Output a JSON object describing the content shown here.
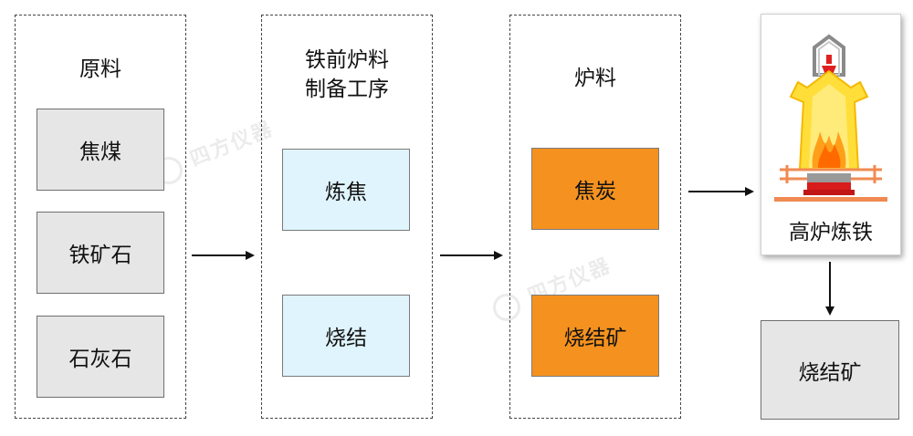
{
  "columns": {
    "raw": {
      "title": "原料",
      "items": [
        "焦煤",
        "铁矿石",
        "石灰石"
      ]
    },
    "prep": {
      "title_line1": "铁前炉料",
      "title_line2": "制备工序",
      "items": [
        "炼焦",
        "烧结"
      ]
    },
    "charge": {
      "title": "炉料",
      "items": [
        "焦炭",
        "烧结矿"
      ]
    }
  },
  "furnace": {
    "label": "高炉炼铁"
  },
  "output": {
    "label": "烧结矿"
  },
  "watermark": {
    "text": "四方仪器"
  },
  "colors": {
    "gray_box": "#e6e6e6",
    "blue_box": "#dff4fc",
    "orange_box": "#f5921f"
  },
  "icons": [
    "blast-furnace-icon",
    "watermark-logo-icon"
  ]
}
